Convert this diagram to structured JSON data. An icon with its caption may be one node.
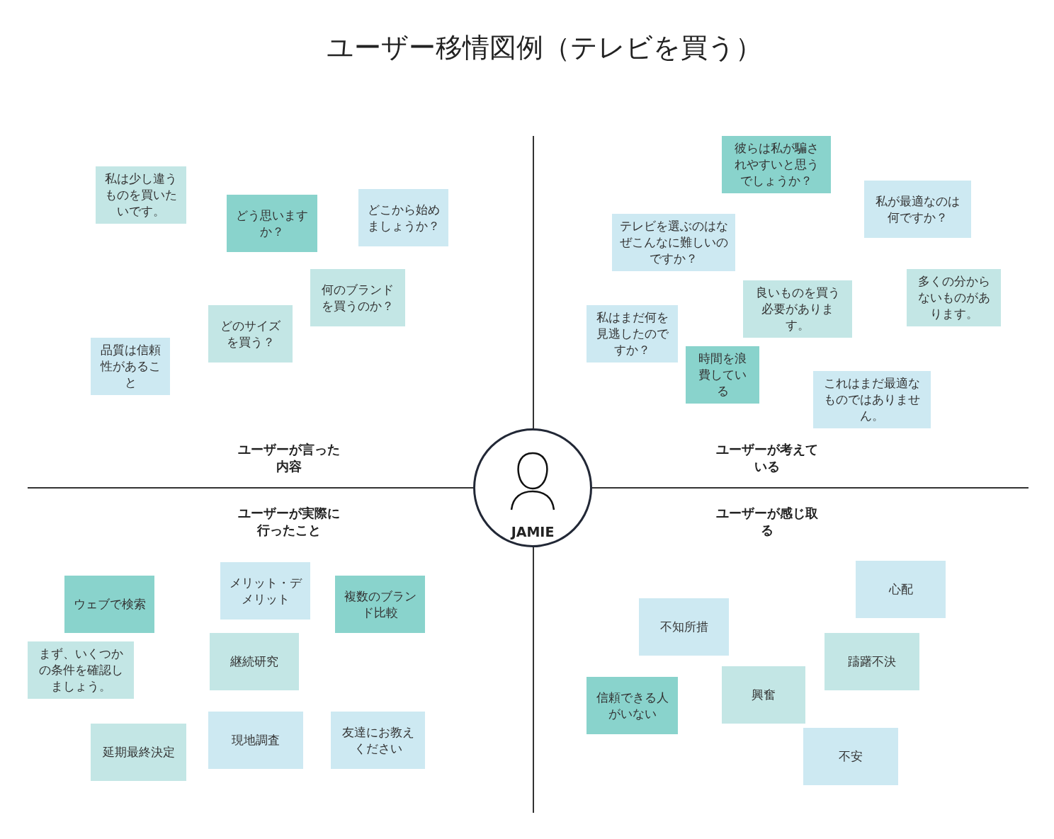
{
  "diagram": {
    "title": "ユーザー移情図例（テレビを買う）",
    "nodes": [
      {
        "text": [
          "私は少し違うものを買いたいです。"
        ]
      },
      {
        "text": [
          "どう思いますか？"
        ]
      },
      {
        "text": [
          "どこから始めましょうか？"
        ]
      },
      {
        "text": [
          "何のブランドを買うのか？"
        ]
      },
      {
        "text": [
          "どのサイズを買う？"
        ]
      },
      {
        "text": [
          "品質は信頼性があること"
        ]
      },
      {
        "text": [
          "彼らは私が騙されやすいと思うでしょうか？"
        ]
      },
      {
        "text": [
          "私が最適なのは何ですか？"
        ]
      },
      {
        "text": [
          "テレビを選ぶのはなぜこんなに難しいのですか？"
        ]
      },
      {
        "text": [
          "多くの分からないものがあります。"
        ]
      },
      {
        "text": [
          "良いものを買う必要があります。"
        ]
      },
      {
        "text": [
          "私はまだ何を見逃したのですか？"
        ]
      },
      {
        "text": [
          "時間を浪費している"
        ]
      },
      {
        "text": [
          "これはまだ最適なものではありません。"
        ]
      },
      {
        "text": [
          "JAMIE"
        ]
      },
      {
        "text": [
          "ウェブで検索"
        ]
      },
      {
        "text": [
          "メリット・デメリット"
        ]
      },
      {
        "text": [
          "複数のブランド比較"
        ]
      },
      {
        "text": [
          "まず、いくつかの条件を確認しましょう。"
        ]
      },
      {
        "text": [
          "継続研究"
        ]
      },
      {
        "text": [
          "延期最終決定"
        ]
      },
      {
        "text": [
          "現地調査"
        ]
      },
      {
        "text": [
          "友達にお教えください"
        ]
      },
      {
        "text": [
          "心配"
        ]
      },
      {
        "text": [
          "不知所措"
        ]
      },
      {
        "text": [
          "躊躇不決"
        ]
      },
      {
        "text": [
          "信頼できる人がいない"
        ]
      },
      {
        "text": [
          "興奮"
        ]
      },
      {
        "text": [
          "不安"
        ]
      }
    ],
    "edges": [],
    "labels": [
      "ユーザーが言った内容",
      "ユーザーが考えている",
      "ユーザーが実際に行ったこと",
      "ユーザーが感じ取る"
    ]
  }
}
